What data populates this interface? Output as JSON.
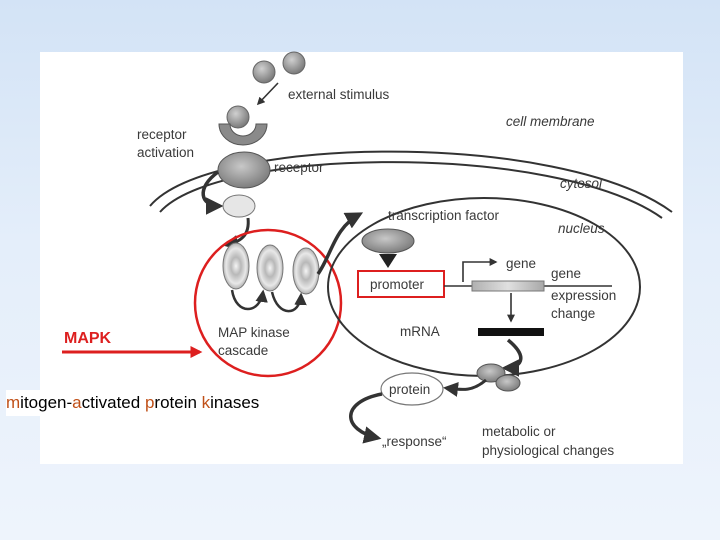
{
  "diagram": {
    "labels": {
      "external_stimulus": "external stimulus",
      "receptor_activation_line1": "receptor",
      "receptor_activation_line2": "activation",
      "receptor": "receptor",
      "cell_membrane": "cell membrane",
      "cytosol": "cytosol",
      "transcription_factor": "transcription factor",
      "nucleus": "nucleus",
      "promoter": "promoter",
      "gene": "gene",
      "gene_expression_line1": "gene",
      "gene_expression_line2": "expression",
      "gene_expression_line3": "change",
      "mrna": "mRNA",
      "map_kinase_line1": "MAP kinase",
      "map_kinase_line2": "cascade",
      "mapk": "MAPK",
      "protein": "protein",
      "response": "„response“",
      "metabolic_line1": "metabolic or",
      "metabolic_line2": "physiological changes"
    },
    "colors": {
      "highlight_red": "#dd1f1f",
      "line_dark": "#333333",
      "shape_gray": "#9a9a9a",
      "background": "#dbe7f7"
    }
  },
  "caption": {
    "parts": [
      {
        "initial": "m",
        "rest": "itogen-"
      },
      {
        "initial": "a",
        "rest": "ctivated "
      },
      {
        "initial": "p",
        "rest": "rotein "
      },
      {
        "initial": "k",
        "rest": "inases"
      }
    ],
    "initial_color": "#c05018"
  }
}
